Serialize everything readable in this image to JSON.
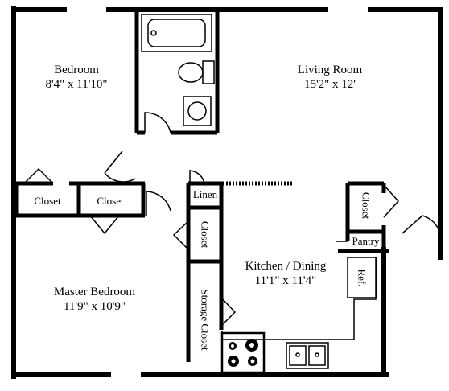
{
  "rooms": {
    "bedroom": {
      "name": "Bedroom",
      "dims": "8'4\"  x  11'10\""
    },
    "living_room": {
      "name": "Living Room",
      "dims": "15'2\"  x  12'"
    },
    "master_bedroom": {
      "name": "Master Bedroom",
      "dims": "11'9\"  x  10'9\""
    },
    "kitchen_dining": {
      "name": "Kitchen / Dining",
      "dims": "11'1\"  x  11'4\""
    }
  },
  "labels": {
    "closet_left": "Closet",
    "closet_mid": "Closet",
    "linen": "Linen",
    "closet_center": "Closet",
    "storage_closet": "Storage Closet",
    "closet_right": "Closet",
    "pantry": "Pantry",
    "refrigerator": "Ref."
  }
}
